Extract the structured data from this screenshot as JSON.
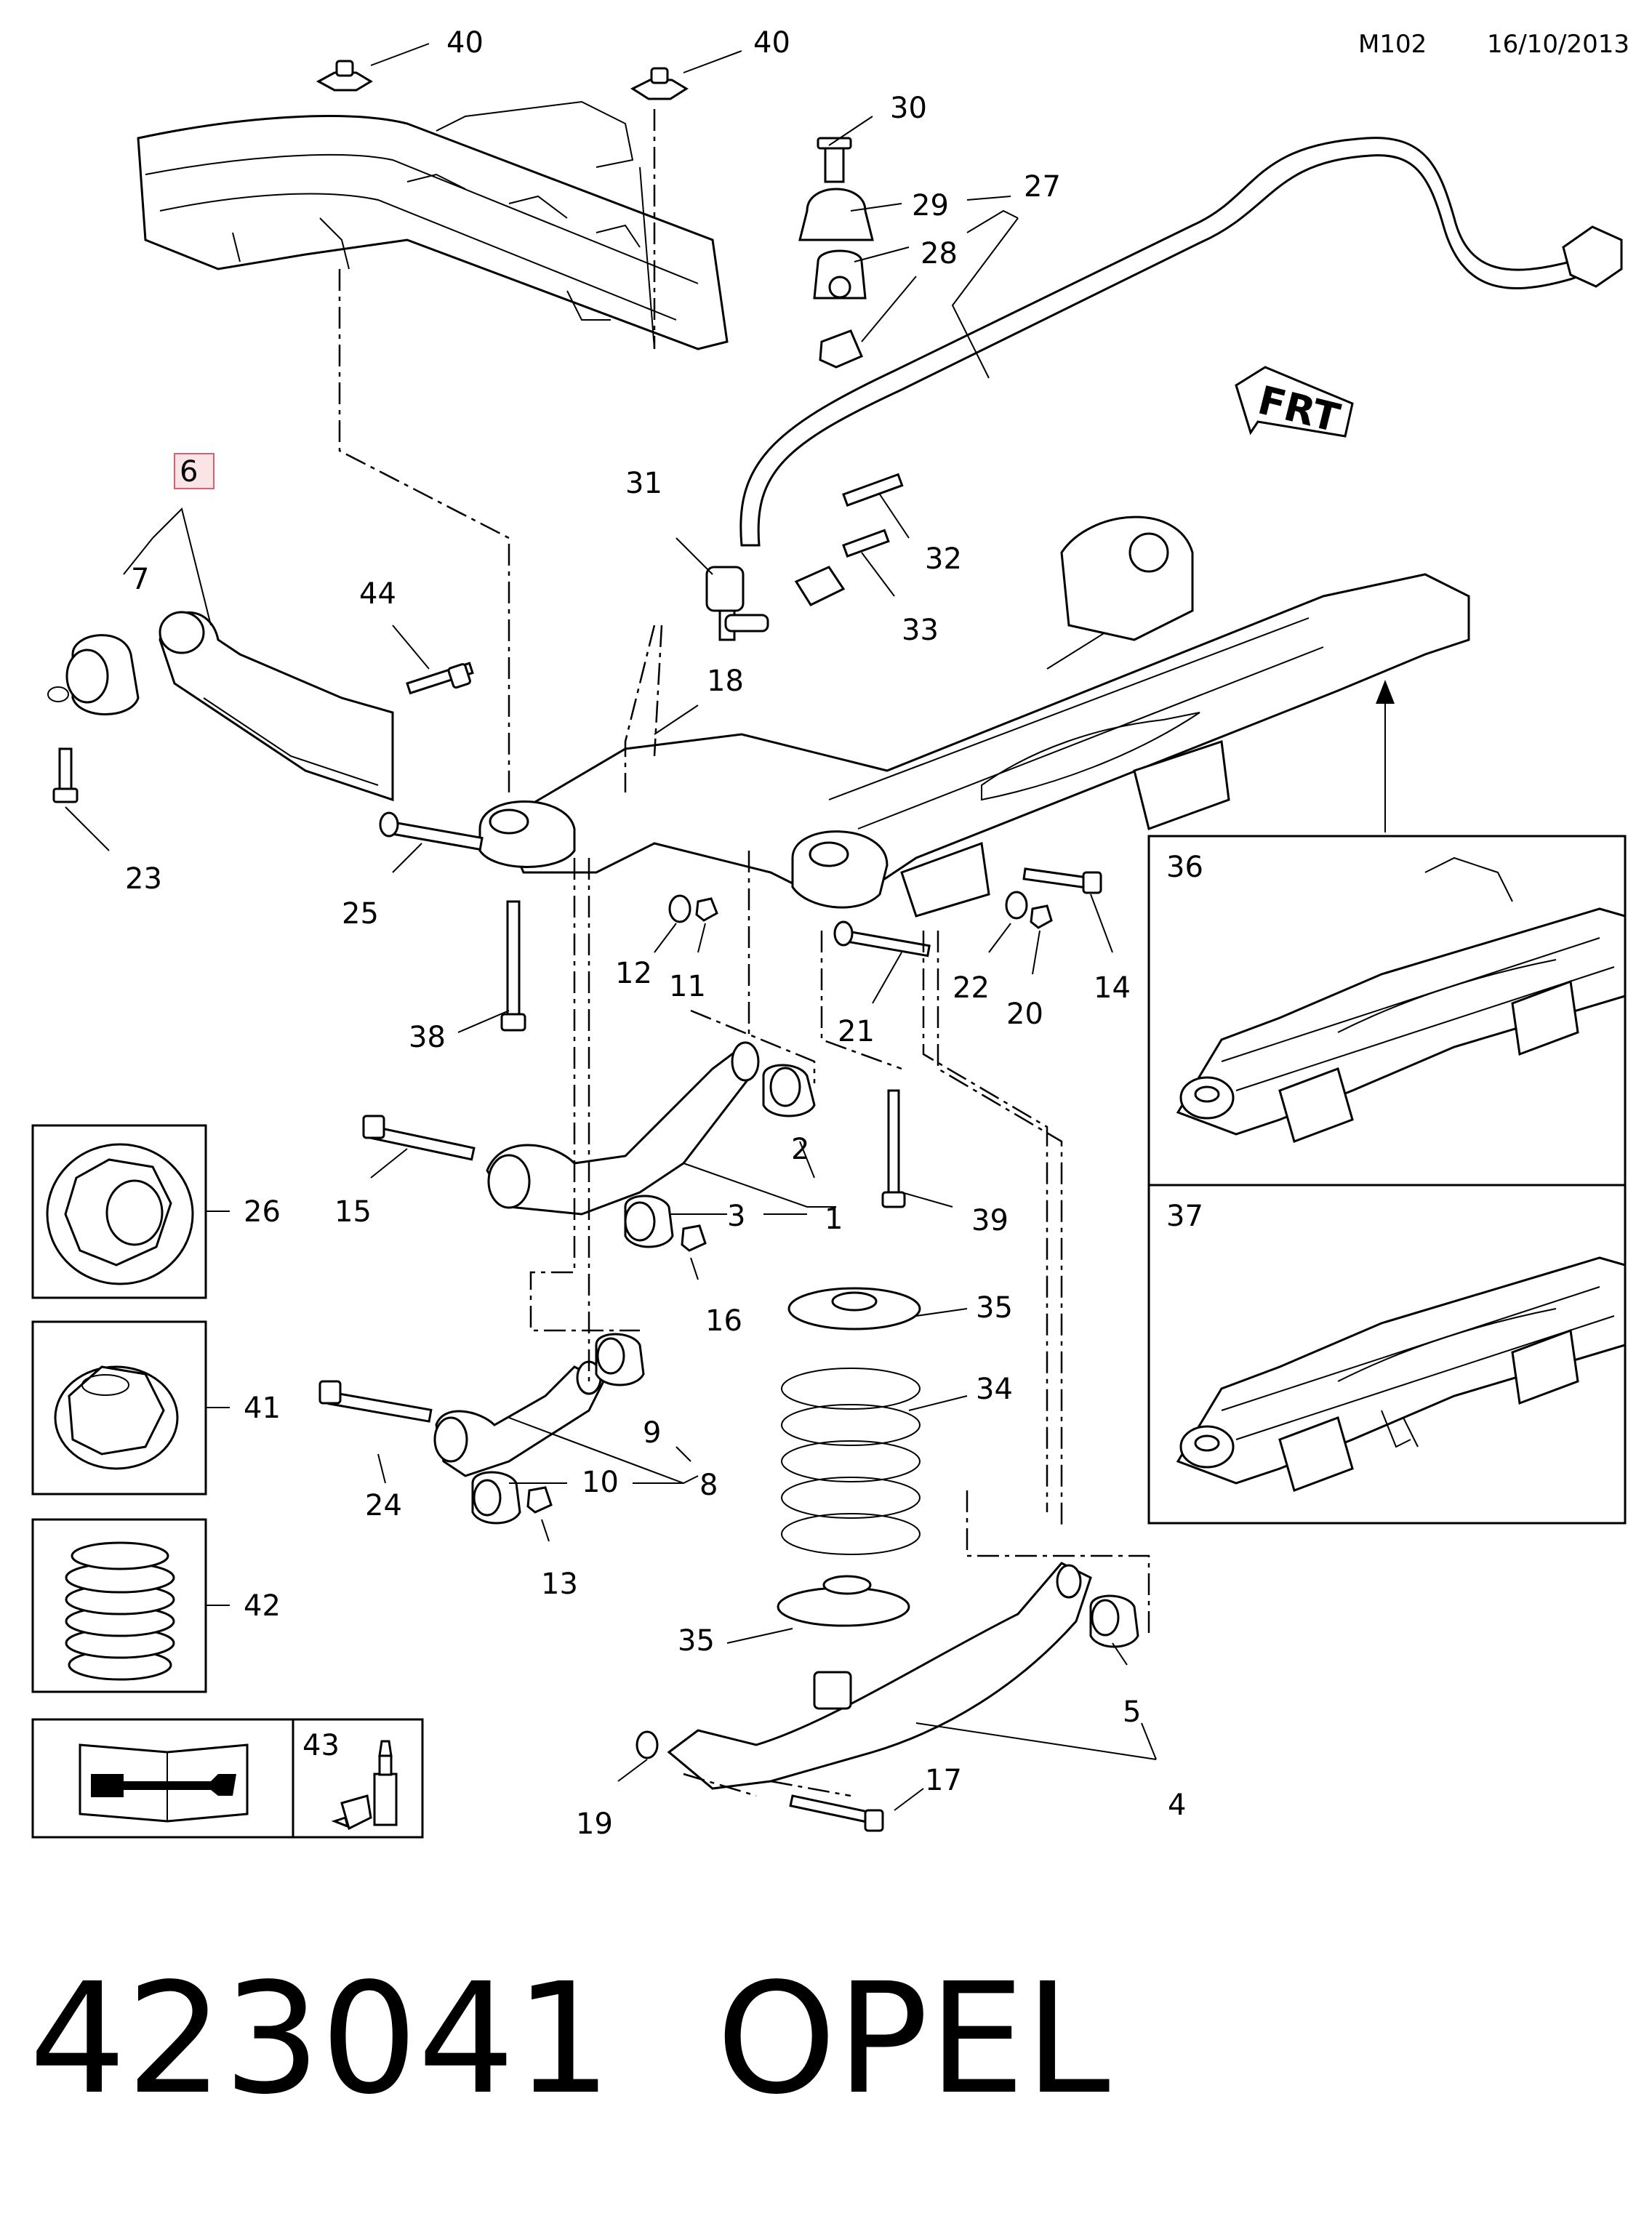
{
  "header": {
    "code": "M102",
    "date": "16/10/2013"
  },
  "footer": {
    "part_number": "423041",
    "brand": "OPEL"
  },
  "front_marker": "FRT",
  "callouts": {
    "c1": "1",
    "c2": "2",
    "c3": "3",
    "c4": "4",
    "c5": "5",
    "c6": "6",
    "c7": "7",
    "c8": "8",
    "c9": "9",
    "c10": "10",
    "c11": "11",
    "c12": "12",
    "c13": "13",
    "c14": "14",
    "c15": "15",
    "c16": "16",
    "c17": "17",
    "c18": "18",
    "c19": "19",
    "c20": "20",
    "c21": "21",
    "c22": "22",
    "c23": "23",
    "c24": "24",
    "c25": "25",
    "c26": "26",
    "c27": "27",
    "c28": "28",
    "c29": "29",
    "c30": "30",
    "c31": "31",
    "c32": "32",
    "c33": "33",
    "c34": "34",
    "c35a": "35",
    "c35b": "35",
    "c36": "36",
    "c37": "37",
    "c38": "38",
    "c39": "39",
    "c40a": "40",
    "c40b": "40",
    "c41": "41",
    "c42": "42",
    "c43": "43",
    "c44": "44"
  },
  "colors": {
    "ink": "#000000",
    "highlight_border": "#e0606a",
    "highlight_fill": "#fbe4e6"
  }
}
